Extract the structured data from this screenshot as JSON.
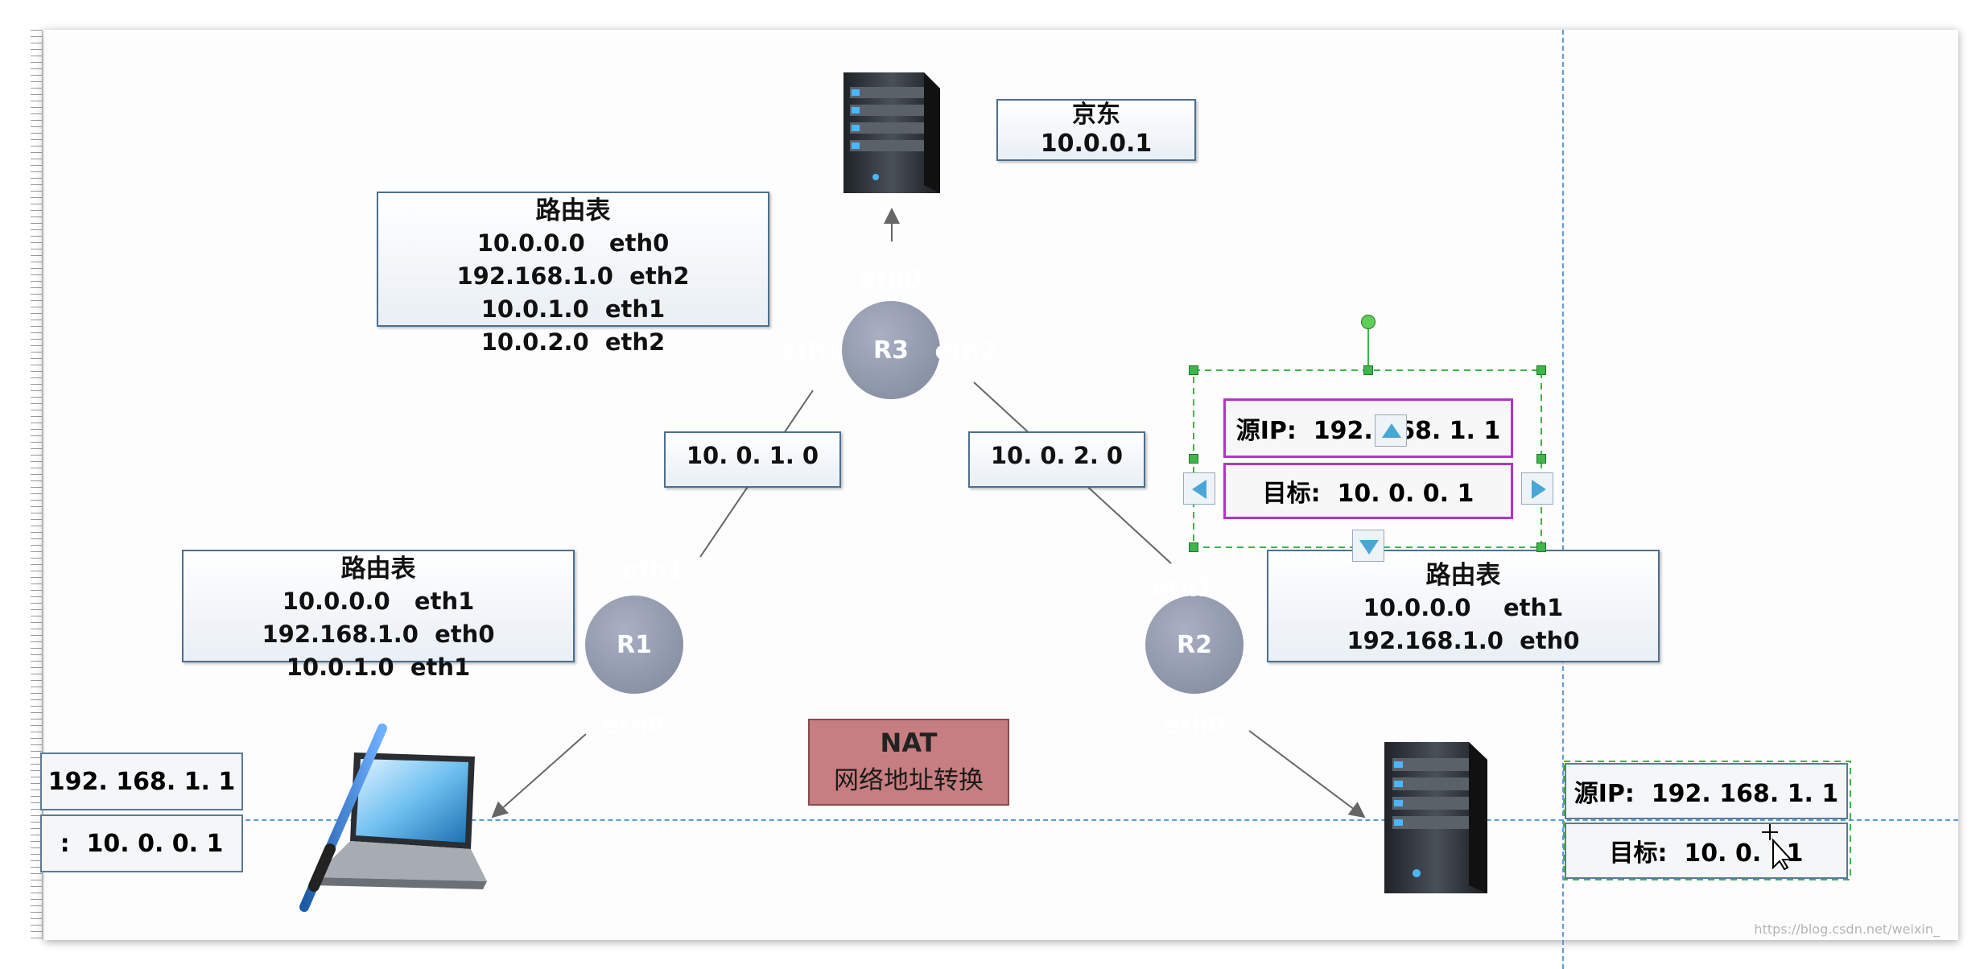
{
  "r3_table": {
    "title": "路由表",
    "rows": [
      "10.0.0.0   eth0",
      "192.168.1.0  eth2",
      "10.0.1.0  eth1",
      "10.0.2.0  eth2"
    ]
  },
  "r1_table": {
    "title": "路由表",
    "rows": [
      "10.0.0.0   eth1",
      "192.168.1.0  eth0",
      "10.0.1.0  eth1"
    ]
  },
  "r2_table": {
    "title": "路由表",
    "rows": [
      "10.0.0.0    eth1",
      "192.168.1.0  eth0"
    ]
  },
  "jd": {
    "name": "京东",
    "ip": "10.0.0.1"
  },
  "net_1": "10. 0. 1. 0",
  "net_2": "10. 0. 2. 0",
  "routers": {
    "r1": "R1",
    "r2": "R2",
    "r3": "R3"
  },
  "interfaces": {
    "r3_eth0": "eth0",
    "r3_eth1": "eth1",
    "r3_eth2": "eth2",
    "r1_eth1": "eth1",
    "r1_eth0": "eth0",
    "r2_eth1": "eth1",
    "r2_eth0": "eth0"
  },
  "nat": {
    "title": "NAT",
    "subtitle": "网络地址转换"
  },
  "packet_selected": {
    "src": "源IP:  192. 168. 1. 1",
    "dst": "目标:  10. 0. 0. 1"
  },
  "packet_server": {
    "src": "源IP:  192. 168. 1. 1",
    "dst": "目标:  10. 0.   1"
  },
  "packet_left": {
    "src": "192. 168. 1. 1",
    "dst": ":  10. 0. 0. 1"
  },
  "watermark": "https://blog.csdn.net/weixin_"
}
